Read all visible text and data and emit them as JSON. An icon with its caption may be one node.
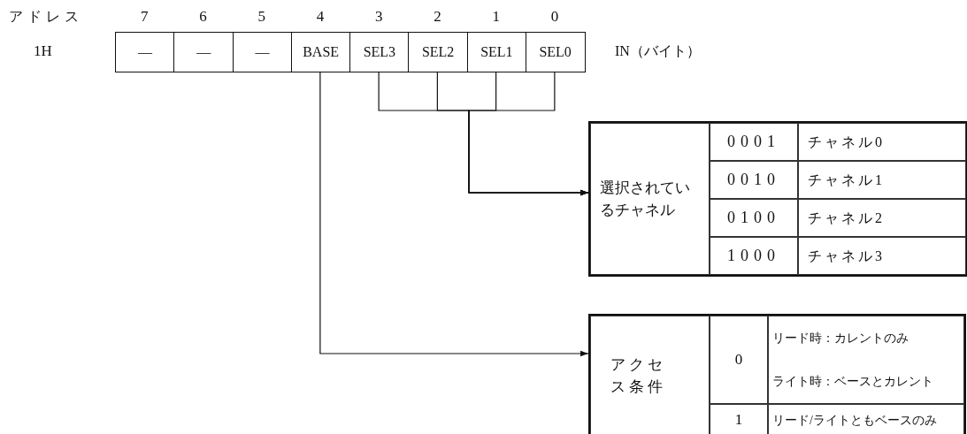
{
  "diagram": {
    "nodes": [
      {
        "text": [
          "—"
        ]
      },
      {
        "text": [
          "—"
        ]
      },
      {
        "text": [
          "—"
        ]
      },
      {
        "text": [
          "BASE"
        ]
      },
      {
        "text": [
          "SEL3"
        ]
      },
      {
        "text": [
          "SEL2"
        ]
      },
      {
        "text": [
          "SEL1"
        ]
      },
      {
        "text": [
          "SEL0"
        ]
      },
      {
        "text": [
          "選択されているチャネル"
        ]
      },
      {
        "text": [
          "アクセス条件"
        ]
      }
    ],
    "edges": [
      {
        "from": 4,
        "to": 8,
        "arrow": "to"
      },
      {
        "from": 5,
        "to": 8,
        "arrow": "to"
      },
      {
        "from": 6,
        "to": 8,
        "arrow": "to"
      },
      {
        "from": 7,
        "to": 8,
        "arrow": "to"
      },
      {
        "from": 3,
        "to": 9,
        "arrow": "to"
      }
    ],
    "labels": [
      "アドレス",
      "7",
      "6",
      "5",
      "4",
      "3",
      "2",
      "1",
      "0",
      "1H",
      "IN（バイト）",
      "0001",
      "チャネル0",
      "0010",
      "チャネル1",
      "0100",
      "チャネル2",
      "1000",
      "チャネル3",
      "0",
      "リード時：カレントのみ",
      "ライト時：ベースとカレント",
      "1",
      "リード/ライトともベースのみ"
    ]
  }
}
